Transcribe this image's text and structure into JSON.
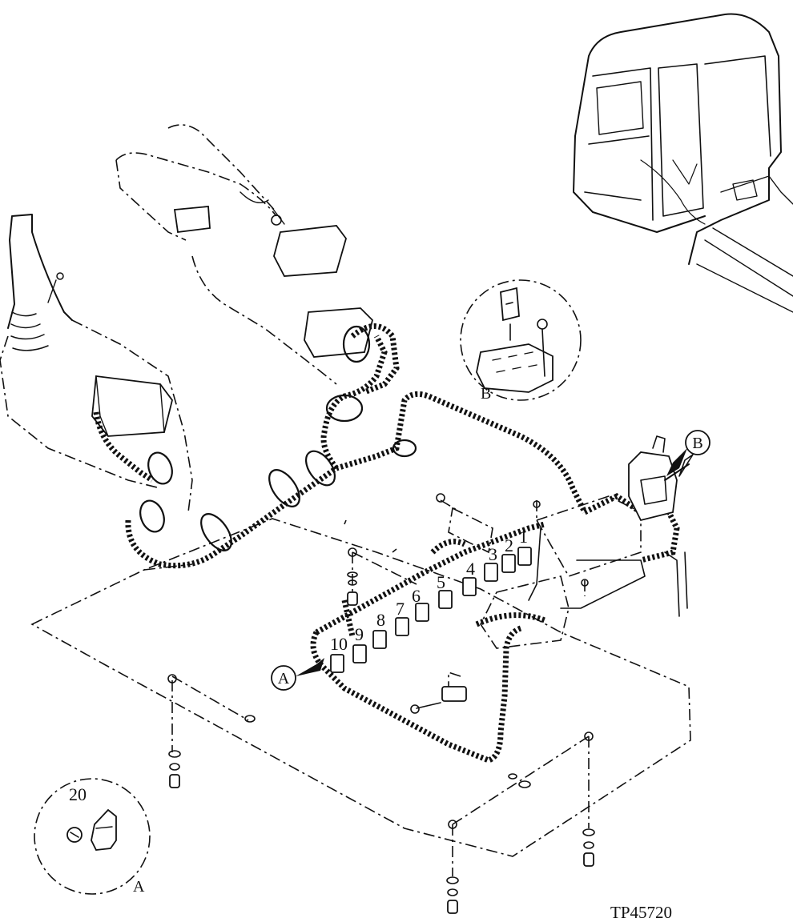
{
  "callouts": {
    "items": [
      {
        "label": "1"
      },
      {
        "label": "2"
      },
      {
        "label": "3"
      },
      {
        "label": "4"
      },
      {
        "label": "5"
      },
      {
        "label": "6"
      },
      {
        "label": "7"
      },
      {
        "label": "8"
      },
      {
        "label": "9"
      },
      {
        "label": "10"
      }
    ],
    "relay_label": "20"
  },
  "detail_views": {
    "a": {
      "callout": "A",
      "caption": "A"
    },
    "b": {
      "callout": "B",
      "caption": "B"
    }
  },
  "figure_id": "TP45720"
}
